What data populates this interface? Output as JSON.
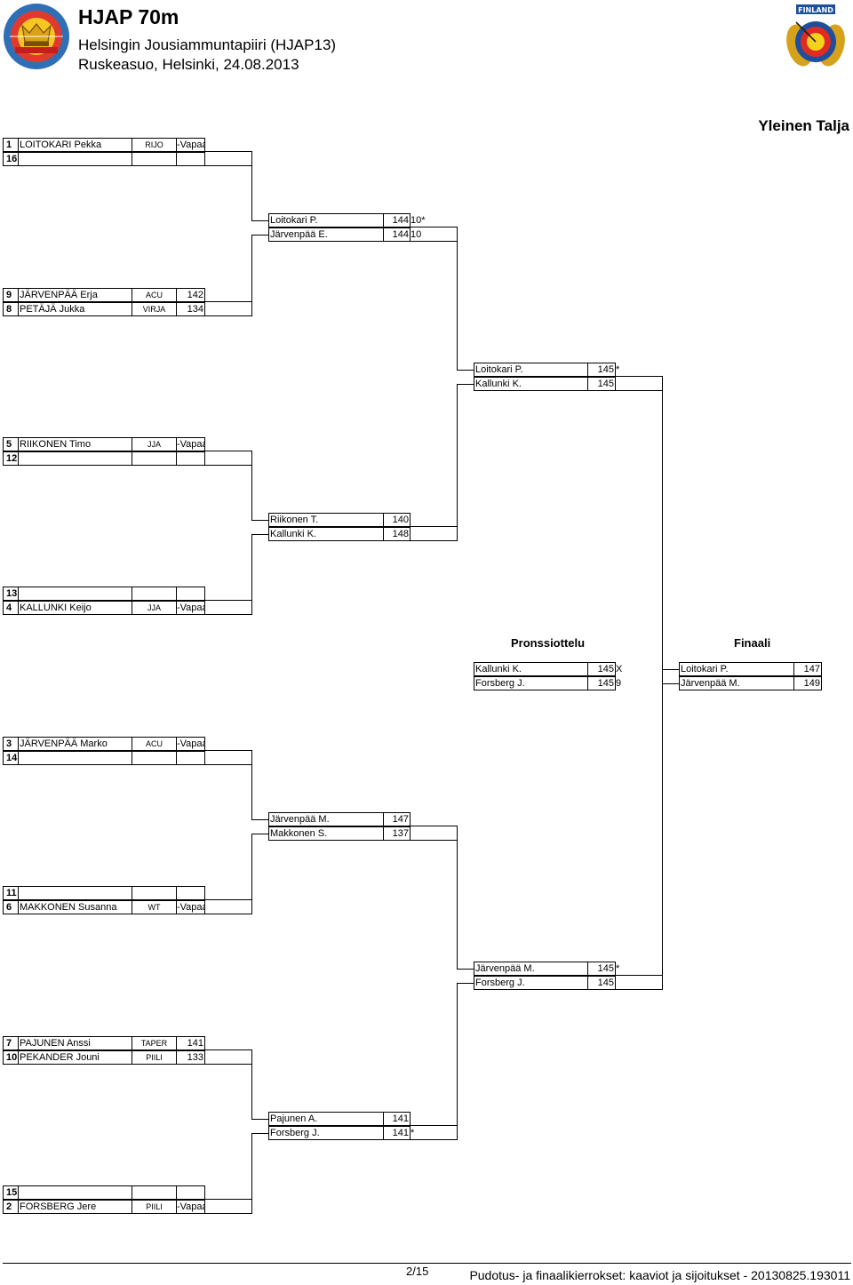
{
  "header": {
    "title": "HJAP 70m",
    "organizer": "Helsingin Jousiammuntapiiri (HJAP13)",
    "place_date": "Ruskeasuo, Helsinki, 24.08.2013",
    "class_name": "Yleinen Talja",
    "right_logo_text": "FINLAND"
  },
  "round1": [
    {
      "top": {
        "seed": "1",
        "name": "LOITOKARI Pekka",
        "club": "RIJO",
        "score": "-Vapaa-"
      },
      "bottom": {
        "seed": "16",
        "name": "",
        "club": "",
        "score": ""
      }
    },
    {
      "top": {
        "seed": "9",
        "name": "JÄRVENPÄÄ Erja",
        "club": "ACU",
        "score": "142"
      },
      "bottom": {
        "seed": "8",
        "name": "PETÄJÄ Jukka",
        "club": "VIRJA",
        "score": "134"
      }
    },
    {
      "top": {
        "seed": "5",
        "name": "RIIKONEN Timo",
        "club": "JJA",
        "score": "-Vapaa-"
      },
      "bottom": {
        "seed": "12",
        "name": "",
        "club": "",
        "score": ""
      }
    },
    {
      "top": {
        "seed": "13",
        "name": "",
        "club": "",
        "score": ""
      },
      "bottom": {
        "seed": "4",
        "name": "KALLUNKI Keijo",
        "club": "JJA",
        "score": "-Vapaa-"
      }
    },
    {
      "top": {
        "seed": "3",
        "name": "JÄRVENPÄÄ Marko",
        "club": "ACU",
        "score": "-Vapaa-"
      },
      "bottom": {
        "seed": "14",
        "name": "",
        "club": "",
        "score": ""
      }
    },
    {
      "top": {
        "seed": "11",
        "name": "",
        "club": "",
        "score": ""
      },
      "bottom": {
        "seed": "6",
        "name": "MAKKONEN Susanna",
        "club": "WT",
        "score": "-Vapaa-"
      }
    },
    {
      "top": {
        "seed": "7",
        "name": "PAJUNEN Anssi",
        "club": "TAPER",
        "score": "141"
      },
      "bottom": {
        "seed": "10",
        "name": "PEKANDER Jouni",
        "club": "PIILI",
        "score": "133"
      }
    },
    {
      "top": {
        "seed": "15",
        "name": "",
        "club": "",
        "score": ""
      },
      "bottom": {
        "seed": "2",
        "name": "FORSBERG Jere",
        "club": "PIILI",
        "score": "-Vapaa-"
      }
    }
  ],
  "quarterfinals": [
    {
      "top": {
        "name": "Loitokari P.",
        "score": "144",
        "tiebreak": "10*"
      },
      "bottom": {
        "name": "Järvenpää E.",
        "score": "144",
        "tiebreak": "10"
      }
    },
    {
      "top": {
        "name": "Riikonen T.",
        "score": "140",
        "tiebreak": ""
      },
      "bottom": {
        "name": "Kallunki K.",
        "score": "148",
        "tiebreak": ""
      }
    },
    {
      "top": {
        "name": "Järvenpää M.",
        "score": "147",
        "tiebreak": ""
      },
      "bottom": {
        "name": "Makkonen S.",
        "score": "137",
        "tiebreak": ""
      }
    },
    {
      "top": {
        "name": "Pajunen A.",
        "score": "141",
        "tiebreak": ""
      },
      "bottom": {
        "name": "Forsberg J.",
        "score": "141",
        "tiebreak": "*"
      }
    }
  ],
  "semifinals": [
    {
      "top": {
        "name": "Loitokari P.",
        "score": "145",
        "tiebreak": "*"
      },
      "bottom": {
        "name": "Kallunki K.",
        "score": "145",
        "tiebreak": ""
      }
    },
    {
      "top": {
        "name": "Järvenpää M.",
        "score": "145",
        "tiebreak": "*"
      },
      "bottom": {
        "name": "Forsberg J.",
        "score": "145",
        "tiebreak": ""
      }
    }
  ],
  "bronze": {
    "title": "Pronssiottelu",
    "top": {
      "name": "Kallunki K.",
      "score": "145",
      "tiebreak": "X"
    },
    "bottom": {
      "name": "Forsberg J.",
      "score": "145",
      "tiebreak": "9"
    }
  },
  "final": {
    "title": "Finaali",
    "top": {
      "name": "Loitokari P.",
      "score": "147",
      "tiebreak": ""
    },
    "bottom": {
      "name": "Järvenpää M.",
      "score": "149",
      "tiebreak": ""
    }
  },
  "footer": {
    "page": "2/15",
    "text": "Pudotus- ja finaalikierrokset: kaaviot ja sijoitukset - 20130825.193011"
  }
}
